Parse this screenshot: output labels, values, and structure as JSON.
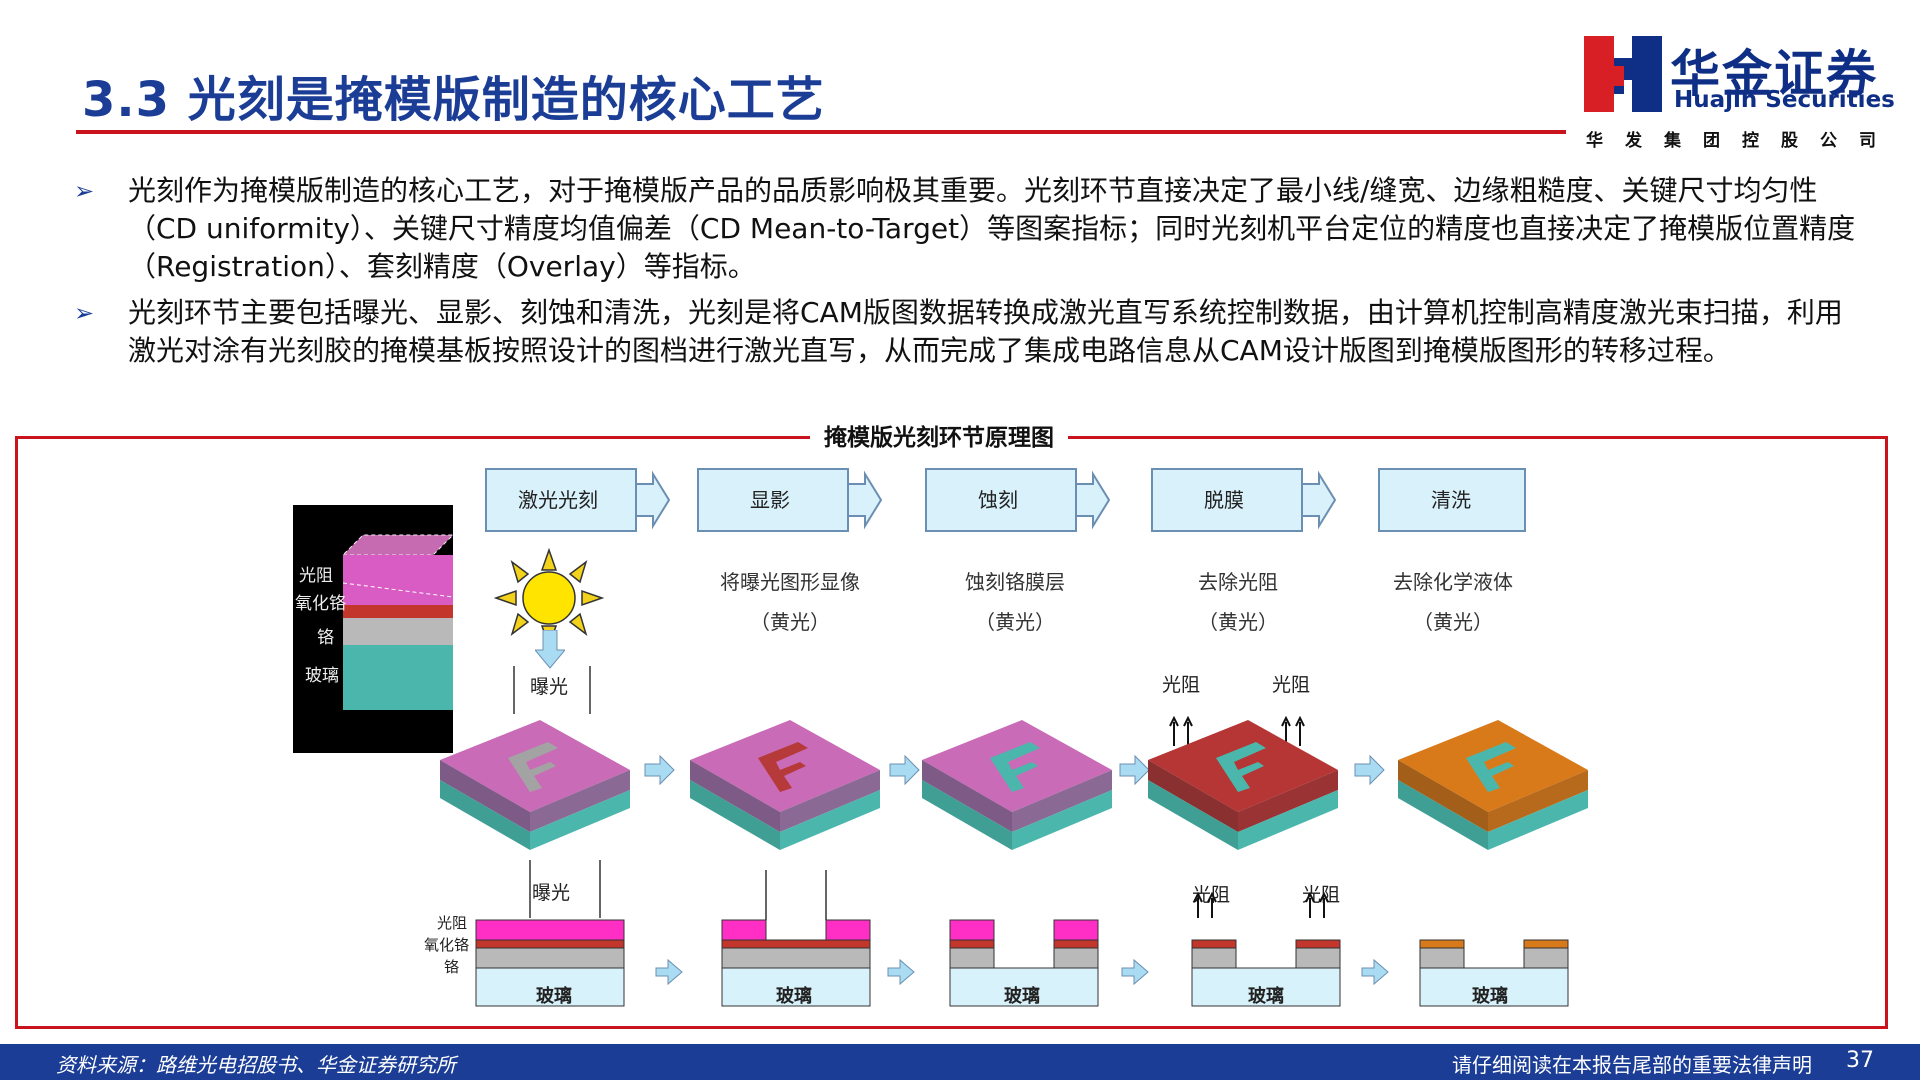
{
  "header": {
    "title": "3.3 光刻是掩模版制造的核心工艺"
  },
  "logo": {
    "name_cn": "华金证券",
    "name_en": "Huajin Securities",
    "group": "华发集团控股公司"
  },
  "bullets": [
    "光刻作为掩模版制造的核心工艺，对于掩模版产品的品质影响极其重要。光刻环节直接决定了最小线/缝宽、边缘粗糙度、关键尺寸均匀性（CD uniformity）、关键尺寸精度均值偏差（CD Mean-to-Target）等图案指标；同时光刻机平台定位的精度也直接决定了掩模版位置精度（Registration）、套刻精度（Overlay）等指标。",
    "光刻环节主要包括曝光、显影、刻蚀和清洗，光刻是将CAM版图数据转换成激光直写系统控制数据，由计算机控制高精度激光束扫描，利用激光对涂有光刻胶的掩模基板按照设计的图档进行激光直写，从而完成了集成电路信息从CAM设计版图到掩模版图形的转移过程。"
  ],
  "figure": {
    "title": "掩模版光刻环节原理图",
    "steps": [
      "激光光刻",
      "显影",
      "蚀刻",
      "脱膜",
      "清洗"
    ],
    "captions": [
      {
        "main": "将曝光图形显像",
        "note": "（黄光）"
      },
      {
        "main": "蚀刻铬膜层",
        "note": "（黄光）"
      },
      {
        "main": "去除光阻",
        "note": "（黄光）"
      },
      {
        "main": "去除化学液体",
        "note": "（黄光）"
      }
    ],
    "layer_labels": {
      "resist": "光阻",
      "oxide": "氧化铬",
      "chrome": "铬",
      "glass": "玻璃"
    },
    "exposure_label": "曝光",
    "resist_label": "光阻",
    "glass_label": "玻璃",
    "colors": {
      "resist": "#d95bc4",
      "oxide": "#c2362c",
      "chrome": "#b9b9b9",
      "glass": "#4bb7ac",
      "glass_cross": "#d8f2fb",
      "orange": "#d97a1a"
    }
  },
  "footer": {
    "source": "资料来源：路维光电招股书、华金证券研究所",
    "disclaimer": "请仔细阅读在本报告尾部的重要法律声明",
    "page": "37"
  }
}
